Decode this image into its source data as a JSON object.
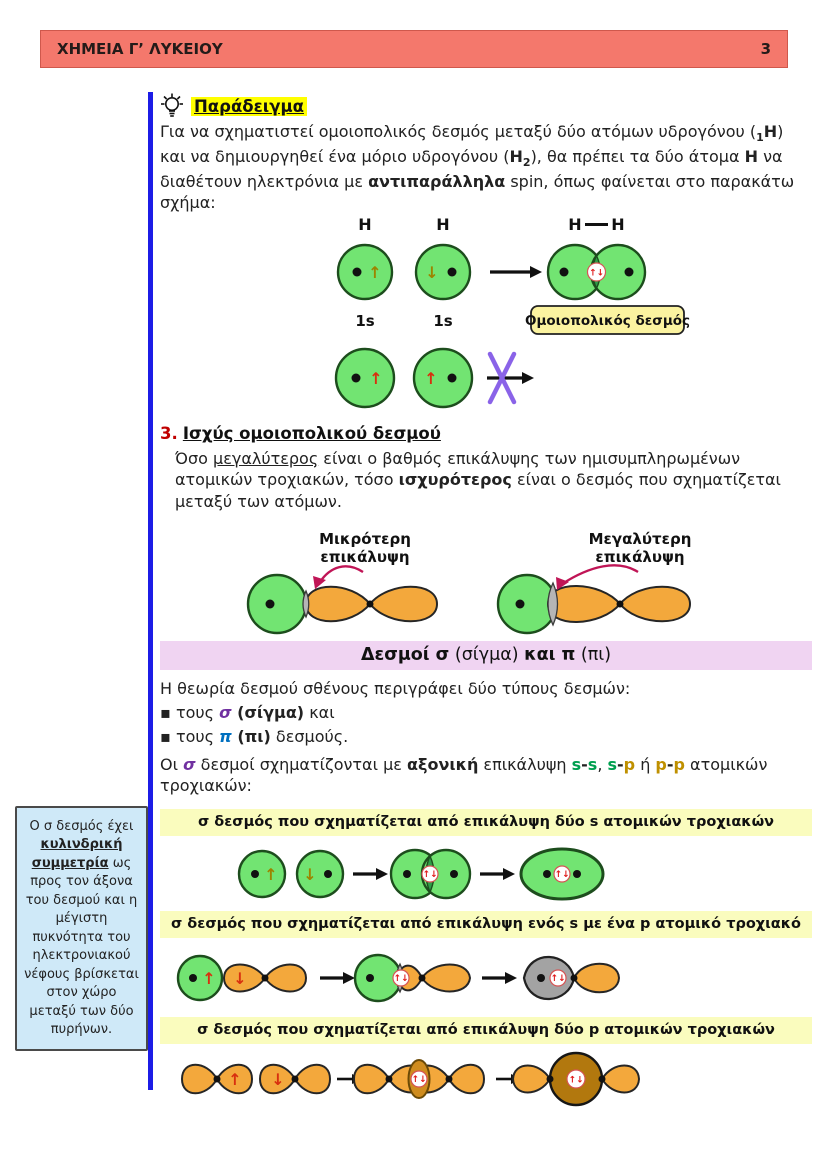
{
  "header": {
    "title": "ΧΗΜΕΙΑ Γ’ ΛΥΚΕΙΟΥ",
    "page_number": "3"
  },
  "symbols": {
    "spin_up": "↑",
    "spin_down": "↓",
    "spin_pair": "↑↓",
    "bullet": "▪",
    "bond_dash": "—"
  },
  "example": {
    "heading": "Παράδειγμα",
    "p1": "Για να σχηματιστεί ομοιοπολικός δεσμός μεταξύ δύο ατόμων υδρογόνου (",
    "p1_sub": "1",
    "p1_H": "H",
    "p2": ") και να δημιουργηθεί ένα μόριο υδρογόνου (",
    "p2_H": "H",
    "p2_sub": "2",
    "p3": "), θα πρέπει τα δύο άτομα ",
    "p3_H": "H",
    "p4": " να διαθέτουν ηλεκτρόνια με ",
    "p4_bold": "αντιπαράλληλα",
    "p5": " spin, όπως φαίνεται στο παρακάτω σχήμα:"
  },
  "hydrogen_diagram": {
    "atom_left_label": "H",
    "atom_right_label": "H",
    "orbital_left_label": "1s",
    "orbital_right_label": "1s",
    "molecule_left_label": "H",
    "molecule_right_label": "H",
    "covalent_bond_label": "Ομοιοπολικός δεσμός"
  },
  "section3": {
    "number": "3.",
    "title": "Ισχύς ομοιοπολικού δεσμού",
    "b1": "Όσο ",
    "b1_u": "μεγαλύτερος",
    "b2": " είναι ο βαθμός επικάλυψης των ημισυμπληρωμένων ατομικών τροχιακών, τόσο ",
    "b2_b": "ισχυρότερος",
    "b3": " είναι ο δεσμός που σχηματίζεται μεταξύ των ατόμων."
  },
  "overlap_diagram": {
    "small_label_1": "Μικρότερη",
    "small_label_2": "επικάλυψη",
    "large_label_1": "Μεγαλύτερη",
    "large_label_2": "επικάλυψη"
  },
  "sigma_pi_banner": {
    "b1": "Δεσμοί σ",
    "r1": " (σίγμα) ",
    "b2": "και π",
    "r2": " (πι)"
  },
  "valence_text": {
    "intro": "Η θεωρία δεσμού σθένους περιγράφει δύο τύπους δεσμών:",
    "bullet1_pre": "τους ",
    "bullet1_sigma": "σ",
    "bullet1_bold": " (σίγμα)",
    "bullet1_post": " και",
    "bullet2_pre": "τους ",
    "bullet2_pi": "π",
    "bullet2_bold": " (πι)",
    "bullet2_post": " δεσμούς."
  },
  "axial_text": {
    "t1": "Οι ",
    "sigma": "σ",
    "t2": " δεσμοί σχηματίζονται με ",
    "b1": "αξονική",
    "t3": " επικάλυψη ",
    "s1": "s",
    "h1": "-",
    "s2": "s",
    "c1": ", ",
    "s3": "s",
    "h2": "-",
    "p1": "p",
    "c2": " ή ",
    "p2": "p",
    "h3": "-",
    "p3": "p",
    "t4": " ατομικών τροχιακών:"
  },
  "side_note": {
    "t1": "Ο σ δεσμός έχει ",
    "bold_underline": "κυλινδρική συμμετρία",
    "t2": " ως προς τον άξονα του δεσμού και η μέγιστη πυκνότητα του ηλεκτρονιακού νέφους βρίσκεται στον χώρο μεταξύ των δύο πυρήνων."
  },
  "section_banners": {
    "ss": "σ δεσμός που σχηματίζεται από επικάλυψη δύο s ατομικών τροχιακών",
    "sp": "σ δεσμός που σχηματίζεται από επικάλυψη ενός s με ένα p ατομικό τροχιακό",
    "pp": "σ δεσμός που σχηματίζεται από επικάλυψη δύο p ατομικών τροχιακών"
  },
  "colors": {
    "header_bg": "#f4786c",
    "rule_blue": "#1c1ce6",
    "orbital_green": "#72e472",
    "overlap_green": "#2e9e47",
    "orbital_orange": "#f3a83c",
    "overlap_gray": "#b5b5b5",
    "merged_gray": "#a3a3a3",
    "merged_brown": "#b2780e",
    "banner_purple": "#f0d4f2",
    "banner_yellow": "#fafcbe",
    "note_bg": "#cfe9f8",
    "highlight_yellow": "#ffff00",
    "sigma_purple": "#7030a0",
    "pi_blue": "#0070c0",
    "s_green": "#00a050",
    "p_gold": "#bf9000",
    "spin_red": "#e01818",
    "label_box_yellow": "#fbf3a0",
    "cross_purple": "#8a63e8",
    "pointer_crimson": "#c01556"
  }
}
